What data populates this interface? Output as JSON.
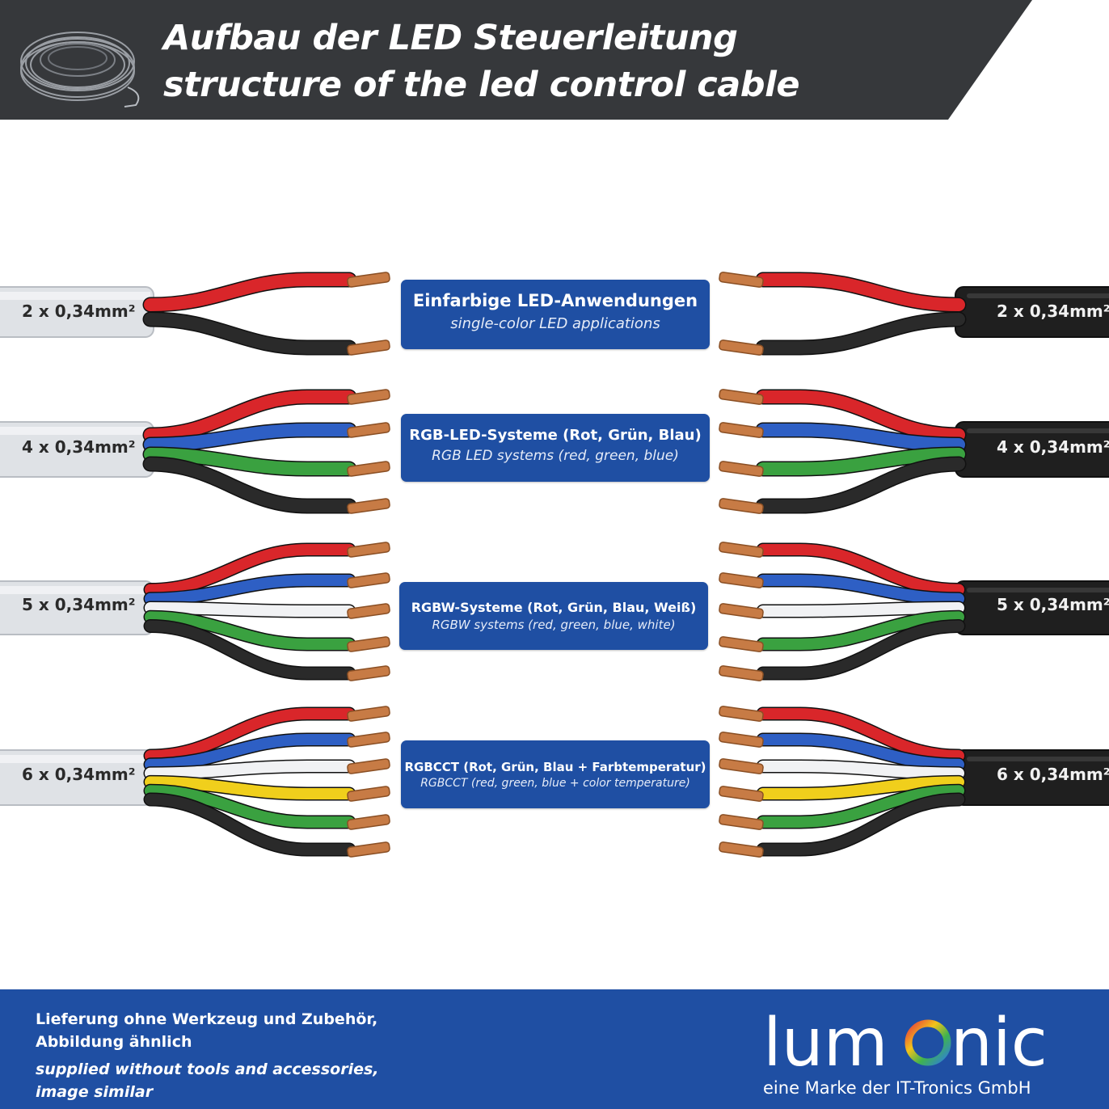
{
  "header": {
    "title_de": "Aufbau der LED Steuerleitung",
    "title_en": "structure of the led control cable",
    "logo_icon": "cable-coil-icon"
  },
  "colors": {
    "header_bg": "#36383b",
    "label_blue": "#1f4fa3",
    "footer_blue": "#1f4fa3",
    "wire_red": "#d9262a",
    "wire_blue": "#2e5fc4",
    "wire_green": "#3aa140",
    "wire_black": "#2a2a2a",
    "wire_white": "#f1f2f4",
    "wire_yellow": "#f0cf1c",
    "copper": "#c77b45",
    "jacket_gray": "#dfe2e6",
    "jacket_black": "#1f1f1f"
  },
  "cables": [
    {
      "size_left": "2 x 0,34mm²",
      "size_right": "2 x 0,34mm²",
      "label_de": "Einfarbige LED-Anwendungen",
      "label_en": "single-color LED applications",
      "wires": [
        "red",
        "black"
      ]
    },
    {
      "size_left": "4 x 0,34mm²",
      "size_right": "4 x 0,34mm²",
      "label_de": "RGB-LED-Systeme (Rot, Grün, Blau)",
      "label_en": "RGB LED systems (red, green, blue)",
      "wires": [
        "red",
        "blue",
        "green",
        "black"
      ]
    },
    {
      "size_left": "5 x 0,34mm²",
      "size_right": "5 x 0,34mm²",
      "label_de": "RGBW-Systeme (Rot, Grün, Blau, Weiß)",
      "label_en": "RGBW systems (red, green, blue, white)",
      "wires": [
        "red",
        "blue",
        "white",
        "green",
        "black"
      ]
    },
    {
      "size_left": "6 x 0,34mm²",
      "size_right": "6 x 0,34mm²",
      "label_de": "RGBCCT (Rot, Grün, Blau + Farbtemperatur)",
      "label_en": "RGBCCT (red, green, blue + color temperature)",
      "wires": [
        "red",
        "blue",
        "white",
        "yellow",
        "green",
        "black"
      ]
    }
  ],
  "footer": {
    "line1": "Lieferung ohne Werkzeug und Zubehör,",
    "line2": "Abbildung ähnlich",
    "line3": "supplied without tools and accessories,",
    "line4": "image similar",
    "brand": "lumonic",
    "brand_sub": "eine Marke der IT-Tronics GmbH"
  }
}
